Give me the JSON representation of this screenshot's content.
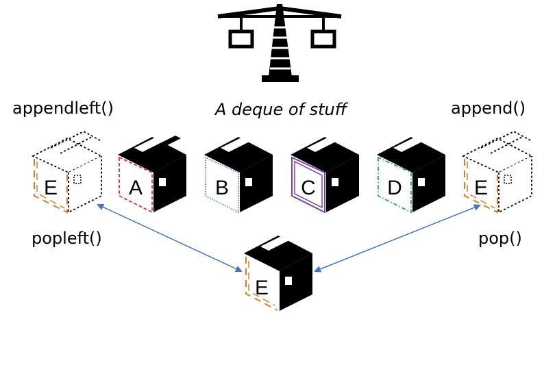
{
  "caption": "A deque of stuff",
  "operations": {
    "appendleft": "appendleft()",
    "popleft": "popleft()",
    "append": "append()",
    "pop": "pop()"
  },
  "icons": {
    "crane": "crane-icon"
  },
  "colors": {
    "box_fill": "#000000",
    "arrow": "#4472c4",
    "A": "#e03030",
    "B": "#3a7dc2",
    "C": "#7a3fb0",
    "D": "#2aa84a",
    "E": "#e07a2a"
  },
  "boxes": [
    {
      "letter": "A"
    },
    {
      "letter": "B"
    },
    {
      "letter": "C"
    },
    {
      "letter": "D"
    }
  ],
  "ghost_left": {
    "letter": "E"
  },
  "ghost_right": {
    "letter": "E"
  },
  "popped": {
    "letter": "E"
  }
}
